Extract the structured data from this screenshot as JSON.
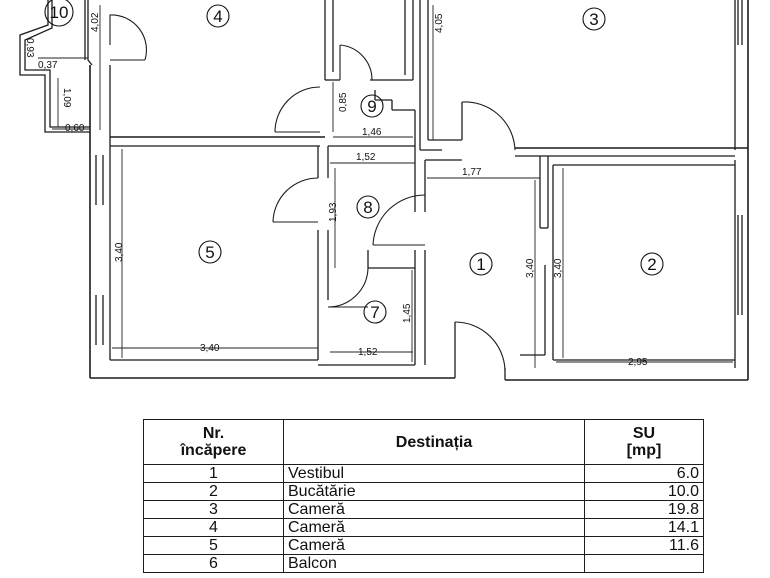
{
  "plan": {
    "rooms": [
      {
        "num": "1"
      },
      {
        "num": "2"
      },
      {
        "num": "3"
      },
      {
        "num": "4"
      },
      {
        "num": "5"
      },
      {
        "num": "7"
      },
      {
        "num": "8"
      },
      {
        "num": "9"
      },
      {
        "num": "10"
      }
    ],
    "dims": {
      "d_0_93": "0,93",
      "d_0_37": "0,37",
      "d_1_09": "1,09",
      "d_0_60": "0,60",
      "d_4_02": "4,02",
      "d_4_05": "4,05",
      "d_0_85": "0,85",
      "d_1_46": "1,46",
      "d_1_52_top": "1,52",
      "d_1_77": "1,77",
      "d_1_93": "1,93",
      "d_3_40_left": "3,40",
      "d_3_40_bottom": "3,40",
      "d_1_45": "1,45",
      "d_1_52_bottom": "1,52",
      "d_3_40_center": "3,40",
      "d_3_40_right": "3,40",
      "d_2_95": "2,95"
    }
  },
  "table": {
    "headers": {
      "nr_line1": "Nr.",
      "nr_line2": "încăpere",
      "destinatia": "Destinația",
      "su_line1": "SU",
      "su_line2": "[mp]"
    },
    "rows": [
      {
        "nr": "1",
        "name": "Vestibul",
        "su": "6.0"
      },
      {
        "nr": "2",
        "name": "Bucătărie",
        "su": "10.0"
      },
      {
        "nr": "3",
        "name": "Cameră",
        "su": "19.8"
      },
      {
        "nr": "4",
        "name": "Cameră",
        "su": "14.1"
      },
      {
        "nr": "5",
        "name": "Cameră",
        "su": "11.6"
      },
      {
        "nr": "6",
        "name": "Balcon",
        "su": ""
      }
    ]
  }
}
